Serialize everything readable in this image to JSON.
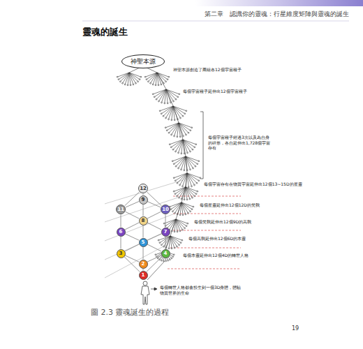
{
  "diagram": {
    "title": "靈魂的誕生",
    "caption": "圖 2.3 靈魂誕生的過程",
    "nodes": [
      {
        "text": [
          "神聖本源"
        ]
      },
      {
        "text": [
          "12"
        ]
      },
      {
        "text": [
          "9"
        ]
      },
      {
        "text": [
          "11"
        ]
      },
      {
        "text": [
          "10"
        ]
      },
      {
        "text": [
          "8"
        ]
      },
      {
        "text": [
          "6"
        ]
      },
      {
        "text": [
          "7"
        ]
      },
      {
        "text": [
          "5"
        ]
      },
      {
        "text": [
          "3"
        ]
      },
      {
        "text": [
          "4"
        ]
      },
      {
        "text": [
          "2"
        ]
      },
      {
        "text": [
          "1"
        ]
      }
    ],
    "edges": [
      {
        "from": 1,
        "to": 2,
        "arrow": "none"
      },
      {
        "from": 1,
        "to": 3,
        "arrow": "none"
      },
      {
        "from": 1,
        "to": 4,
        "arrow": "none"
      },
      {
        "from": 2,
        "to": 3,
        "arrow": "none"
      },
      {
        "from": 2,
        "to": 4,
        "arrow": "none"
      },
      {
        "from": 2,
        "to": 5,
        "arrow": "none"
      },
      {
        "from": 3,
        "to": 5,
        "arrow": "none"
      },
      {
        "from": 4,
        "to": 5,
        "arrow": "none"
      },
      {
        "from": 3,
        "to": 6,
        "arrow": "none"
      },
      {
        "from": 4,
        "to": 7,
        "arrow": "none"
      },
      {
        "from": 5,
        "to": 6,
        "arrow": "none"
      },
      {
        "from": 5,
        "to": 7,
        "arrow": "none"
      },
      {
        "from": 5,
        "to": 8,
        "arrow": "none"
      },
      {
        "from": 6,
        "to": 8,
        "arrow": "none"
      },
      {
        "from": 7,
        "to": 8,
        "arrow": "none"
      },
      {
        "from": 6,
        "to": 9,
        "arrow": "none"
      },
      {
        "from": 7,
        "to": 10,
        "arrow": "none"
      },
      {
        "from": 8,
        "to": 9,
        "arrow": "none"
      },
      {
        "from": 8,
        "to": 10,
        "arrow": "none"
      },
      {
        "from": 9,
        "to": 11,
        "arrow": "none"
      },
      {
        "from": 10,
        "to": 11,
        "arrow": "none"
      },
      {
        "from": 8,
        "to": 11,
        "arrow": "none"
      },
      {
        "from": 11,
        "to": 12,
        "arrow": "none"
      },
      {
        "from": 9,
        "to": 12,
        "arrow": "none"
      },
      {
        "from": 10,
        "to": 12,
        "arrow": "none"
      }
    ],
    "labels": [
      "第二章　認識你的靈魂：行星維度矩陣與靈魂的誕生",
      "神聖本源創造了兩組各12個宇宙種子",
      "每個宇宙種子延伸出12個宇宙種子",
      "每個宇宙種子經過3次以及為自身的碎形，各自延伸出1,728個宇宙存有",
      "每個宇宙存有在物質宇宙延伸出12個13~15D的星靈",
      "每個星靈延伸出12個12D的梵我",
      "每個梵我延伸出12個9D的高我",
      "每個高我延伸出12個6D的本靈",
      "每個本靈延伸出12個4D的轉世人格",
      "每個轉世人格都會投生到一個3D身體，體驗物質世界的生命",
      "19"
    ]
  }
}
